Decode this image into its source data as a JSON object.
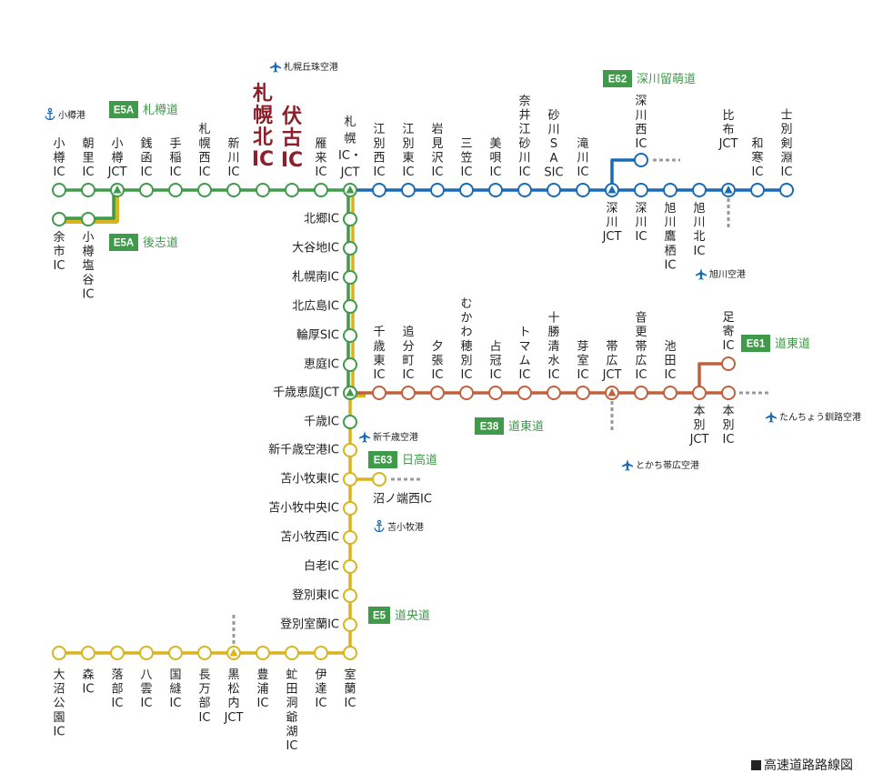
{
  "colors": {
    "green": "#3f9a4a",
    "blue": "#1a6bb5",
    "brown": "#c0603c",
    "yellow": "#d9b41c",
    "highlight": "#8b1f2a",
    "badge": "#3f9a4a",
    "dash": "#999999"
  },
  "caption": "高速道路路線図",
  "highlight": {
    "sapporo_kita": "札幌北IC",
    "fushiko": "伏古IC"
  },
  "routes": {
    "e5a_sassho": {
      "code": "E5A",
      "name": "札樽道"
    },
    "e5a_shiribeshi": {
      "code": "E5A",
      "name": "後志道"
    },
    "e62": {
      "code": "E62",
      "name": "深川留萌道"
    },
    "e61": {
      "code": "E61",
      "name": "道東道"
    },
    "e38": {
      "code": "E38",
      "name": "道東道"
    },
    "e63": {
      "code": "E63",
      "name": "日高道"
    },
    "e5": {
      "code": "E5",
      "name": "道央道"
    }
  },
  "pois": {
    "okadama": "札幌丘珠空港",
    "otaru_port": "小樽港",
    "asahikawa_airport": "旭川空港",
    "new_chitose": "新千歳空港",
    "tomakomai_port": "苫小牧港",
    "obihiro_airport": "とかち帯広空港",
    "kushiro_airport": "たんちょう釧路空港"
  },
  "stations": {
    "otaru": "小樽IC",
    "asari": "朝里IC",
    "otaru_jct": "小樽JCT",
    "zenibako": "銭函IC",
    "teine": "手稲IC",
    "sapporo_nishi": "札幌西IC",
    "shinkawa": "新川IC",
    "kariki": "雁来IC",
    "sapporo_jct": "札幌IC・JCT",
    "yoichi": "余市IC",
    "otaru_shioya": "小樽塩谷IC",
    "ebetsu_nishi": "江別西IC",
    "ebetsu_higashi": "江別東IC",
    "iwamizawa": "岩見沢IC",
    "mikasa": "三笠IC",
    "bibai": "美唄IC",
    "naie_sunagawa": "奈井江砂川IC",
    "sunagawa_sa": "砂川SA SIC",
    "takikawa": "滝川IC",
    "fukagawa_nishi": "深川西IC",
    "fukagawa_jct": "深川JCT",
    "fukagawa": "深川IC",
    "asahikawa_takasu": "旭川鷹栖IC",
    "asahikawa_kita": "旭川北IC",
    "pippu_jct": "比布JCT",
    "wassamu": "和寒IC",
    "shibetsu_kenbuchi": "士別剣淵IC",
    "kitago": "北郷IC",
    "oyachi": "大谷地IC",
    "sapporo_minami": "札幌南IC",
    "kitahiroshima": "北広島IC",
    "wattsu": "輪厚SIC",
    "eniwa": "恵庭IC",
    "chitose_eniwa_jct": "千歳恵庭JCT",
    "chitose": "千歳IC",
    "new_chitose_ic": "新千歳空港IC",
    "tomakomai_higashi": "苫小牧東IC",
    "numanohata": "沼ノ端西IC",
    "tomakomai_chuo": "苫小牧中央IC",
    "tomakomai_nishi": "苫小牧西IC",
    "shiraoi": "白老IC",
    "noboribetsu_higashi": "登別東IC",
    "noboribetsu_muroran": "登別室蘭IC",
    "muroran": "室蘭IC",
    "date": "伊達IC",
    "abuta": "虻田洞爺湖IC",
    "toyoura": "豊浦IC",
    "kuromatsunai": "黒松内JCT",
    "oshamambe": "長万部IC",
    "kunnui": "国縫IC",
    "yakumo": "八雲IC",
    "otoshibe": "落部IC",
    "mori": "森IC",
    "onuma": "大沼公園IC",
    "chitose_higashi": "千歳東IC",
    "oiwake": "追分町IC",
    "yubari": "夕張IC",
    "mukawa_hobetsu": "むかわ穂別IC",
    "shimukappu": "占冠IC",
    "tomamu": "トマムIC",
    "tokachi_shimizu": "十勝清水IC",
    "memuro": "芽室IC",
    "obihiro_jct": "帯広JCT",
    "otofuke": "音更帯広IC",
    "ikeda": "池田IC",
    "honbetsu_jct": "本別JCT",
    "honbetsu": "本別IC",
    "ashoro": "足寄IC"
  }
}
